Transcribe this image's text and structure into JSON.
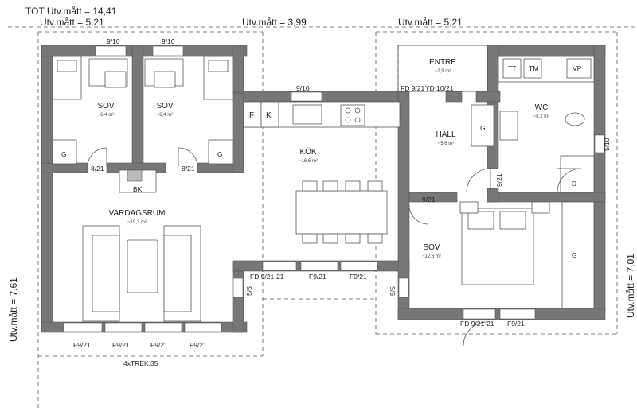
{
  "dimensions": {
    "total": "TOT Utv.mått = 14,41",
    "left_width": "Utv.mått = 5,21",
    "middle_width": "Utv.mått = 3,99",
    "right_width": "Utv.mått = 5,21",
    "left_height": "Utv.mått = 7,61",
    "right_height": "Utv.mått = 7,01"
  },
  "rooms": {
    "sov1": {
      "name": "SOV",
      "area": "~6,4 m²"
    },
    "sov2": {
      "name": "SOV",
      "area": "~6,4 m²"
    },
    "kok": {
      "name": "KÖK",
      "area": "~16,6 m²"
    },
    "entre": {
      "name": "ENTRE",
      "area": "~2,9 m²"
    },
    "hall": {
      "name": "HALL",
      "area": "~5,6 m²"
    },
    "wc": {
      "name": "WC",
      "area": "~8,2 m²"
    },
    "vardagsrum": {
      "name": "VARDAGSRUM",
      "area": "~19,3 m²"
    },
    "sov3": {
      "name": "SOV",
      "area": "~12,6 m²"
    }
  },
  "openings": {
    "win_sov1": "9/10",
    "win_sov2": "9/10",
    "win_kok": "9/10",
    "fd_entre": "FD 9/21",
    "yd": "YD 10/21",
    "door_sov1": "8/21",
    "door_sov2": "8/21",
    "door_hall_wc": "9/21",
    "door_sov3": "9/21",
    "win_wc_side": "5/10",
    "win_kok_left_side": "5/5",
    "win_sov3_side": "5/5",
    "fd_kok": "FD 9/21-21",
    "win_kok_s1": "F9/21",
    "win_kok_s2": "F9/21",
    "fd_sov3": "FD 9/21-21",
    "win_sov3_s": "F9/21",
    "win_v1": "F9/21",
    "win_v2": "F9/21",
    "win_v3": "F9/21",
    "win_v4": "F9/21",
    "trek": "4xTREK.35"
  },
  "fixtures": {
    "fridge": "F",
    "freezer": "K",
    "tt": "TT",
    "tm": "TM",
    "vp": "VP",
    "wardrobe": "G",
    "fireplace": "BK",
    "shower": "D"
  }
}
